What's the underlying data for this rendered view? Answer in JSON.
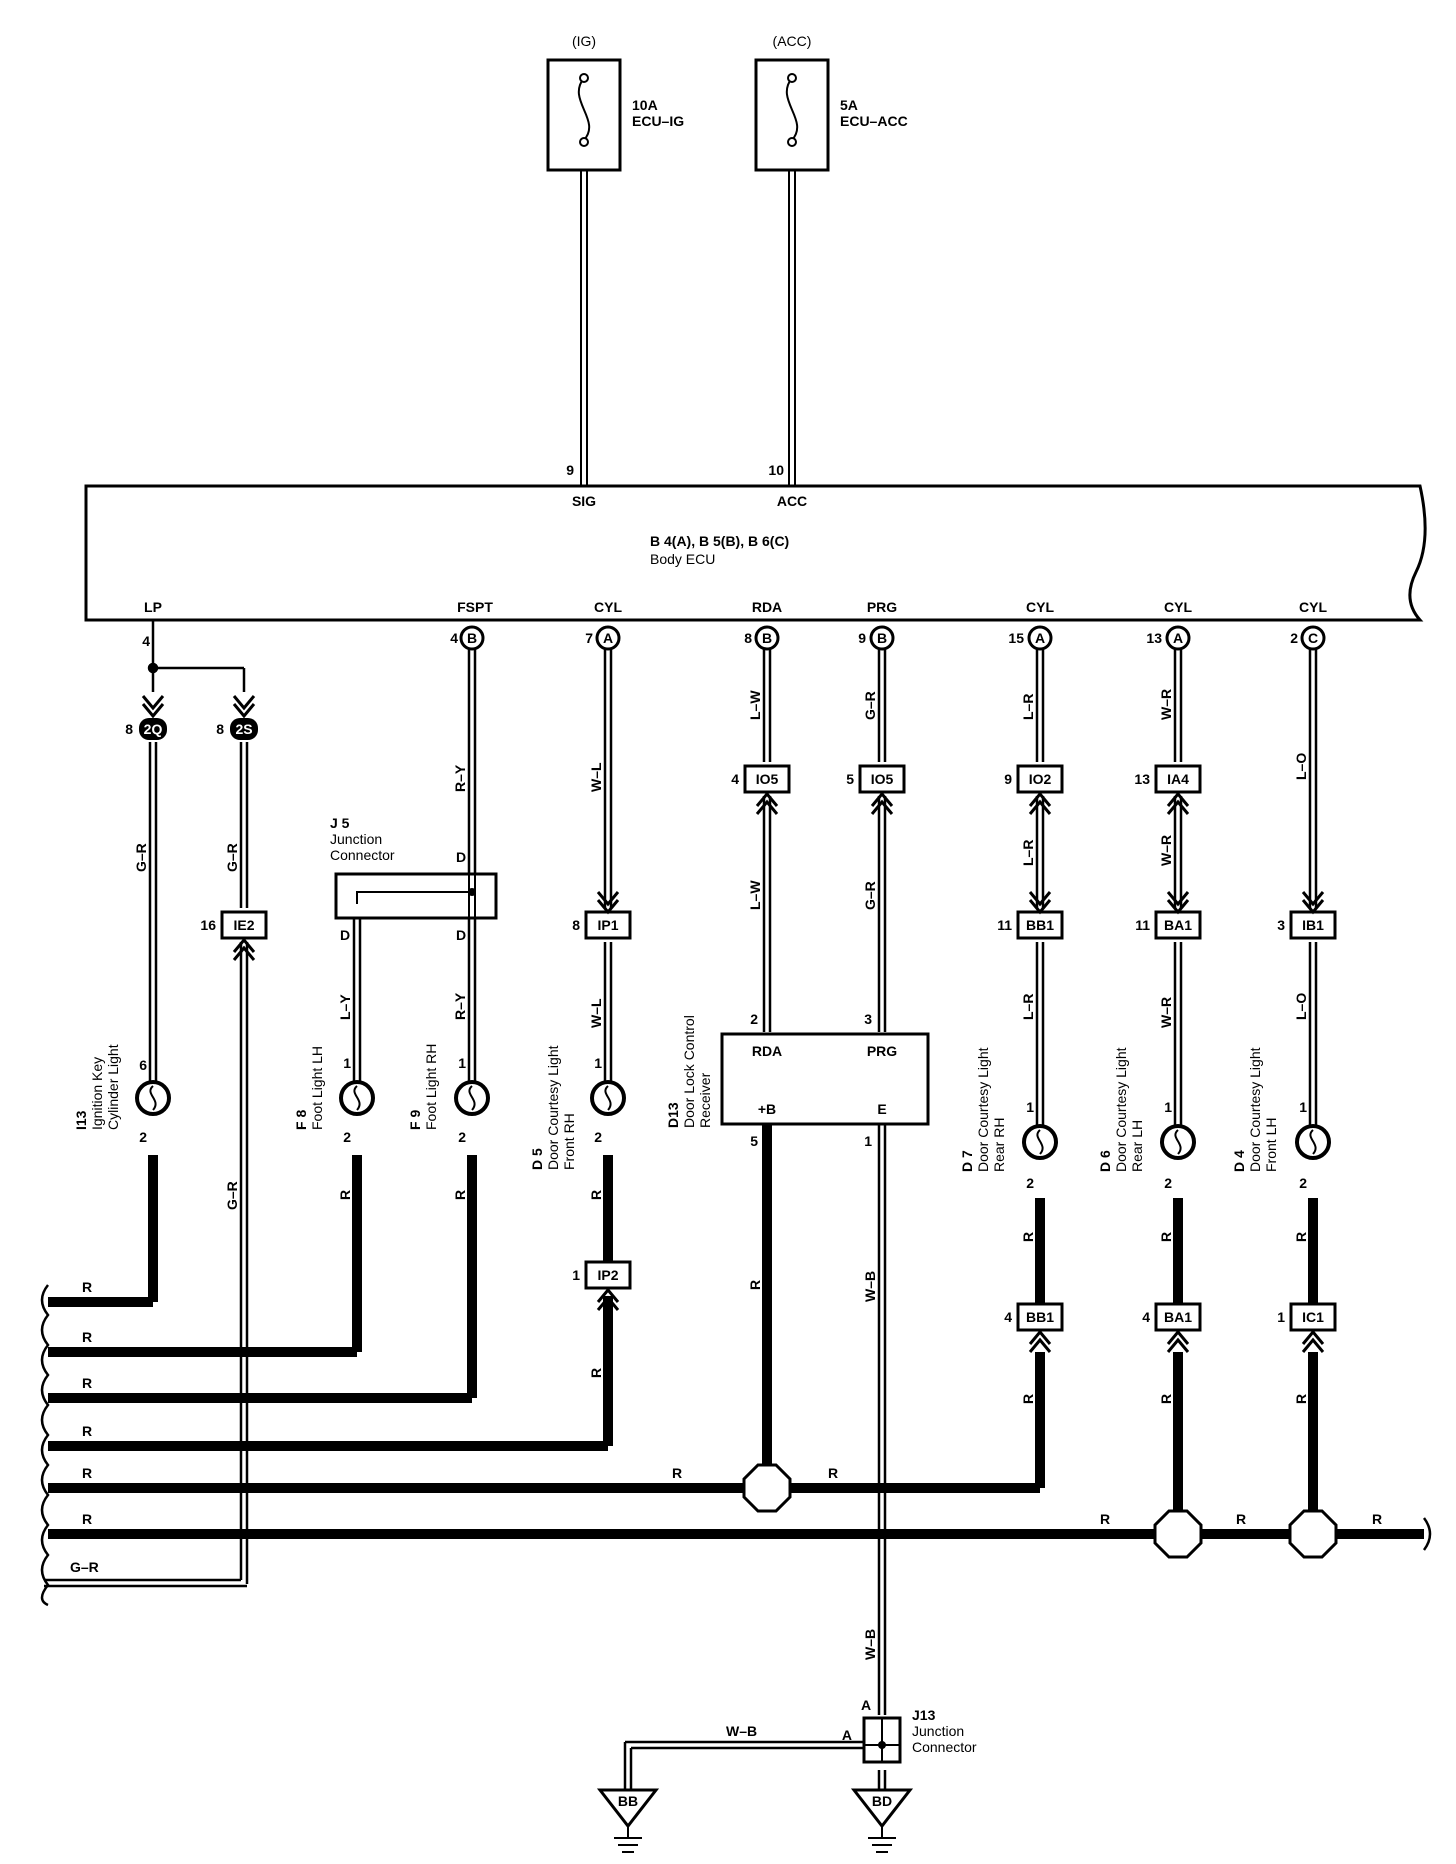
{
  "colors": {
    "line": "#000000",
    "background": "#ffffff"
  },
  "fuses": [
    {
      "supply": "(IG)",
      "rating": "10A",
      "name": "ECU–IG"
    },
    {
      "supply": "(ACC)",
      "rating": "5A",
      "name": "ECU–ACC"
    }
  ],
  "ecu": {
    "codes": "B 4(A), B 5(B), B 6(C)",
    "name": "Body ECU",
    "top_pins": [
      {
        "num": "9",
        "name": "SIG"
      },
      {
        "num": "10",
        "name": "ACC"
      }
    ],
    "bottom_pins": [
      {
        "num": "4",
        "conn": "",
        "name": "LP"
      },
      {
        "num": "4",
        "conn": "B",
        "name": "FSPT"
      },
      {
        "num": "7",
        "conn": "A",
        "name": "CYL"
      },
      {
        "num": "8",
        "conn": "B",
        "name": "RDA"
      },
      {
        "num": "9",
        "conn": "B",
        "name": "PRG"
      },
      {
        "num": "15",
        "conn": "A",
        "name": "CYL"
      },
      {
        "num": "13",
        "conn": "A",
        "name": "CYL"
      },
      {
        "num": "2",
        "conn": "C",
        "name": "CYL"
      }
    ]
  },
  "connectors": [
    {
      "pin": "8",
      "id": "2Q"
    },
    {
      "pin": "8",
      "id": "2S"
    },
    {
      "pin": "16",
      "id": "IE2"
    },
    {
      "pin": "8",
      "id": "IP1"
    },
    {
      "pin": "1",
      "id": "IP2"
    },
    {
      "pin": "4",
      "id": "IO5"
    },
    {
      "pin": "5",
      "id": "IO5"
    },
    {
      "pin": "9",
      "id": "IO2"
    },
    {
      "pin": "11",
      "id": "BB1"
    },
    {
      "pin": "4",
      "id": "BB1"
    },
    {
      "pin": "13",
      "id": "IA4"
    },
    {
      "pin": "11",
      "id": "BA1"
    },
    {
      "pin": "4",
      "id": "BA1"
    },
    {
      "pin": "3",
      "id": "IB1"
    },
    {
      "pin": "1",
      "id": "IC1"
    }
  ],
  "junction_j5": {
    "code": "J 5",
    "line1": "Junction",
    "line2": "Connector",
    "pin": "D"
  },
  "junction_j13": {
    "code": "J13",
    "line1": "Junction",
    "line2": "Connector",
    "pin": "A"
  },
  "receiver": {
    "code": "D13",
    "line1": "Door Lock Control",
    "line2": "Receiver",
    "pins": [
      {
        "num": "2",
        "name": "RDA"
      },
      {
        "num": "3",
        "name": "PRG"
      },
      {
        "num": "5",
        "name": "+B"
      },
      {
        "num": "1",
        "name": "E"
      }
    ]
  },
  "lights": [
    {
      "code": "I13",
      "line1": "Ignition Key",
      "line2": "Cylinder Light",
      "pin_top": "6",
      "pin_bottom": "2"
    },
    {
      "code": "F 8",
      "line1": "Foot Light LH",
      "line2": "",
      "pin_top": "1",
      "pin_bottom": "2"
    },
    {
      "code": "F 9",
      "line1": "Foot Light RH",
      "line2": "",
      "pin_top": "1",
      "pin_bottom": "2"
    },
    {
      "code": "D 5",
      "line1": "Door Courtesy Light",
      "line2": "Front RH",
      "pin_top": "1",
      "pin_bottom": "2"
    },
    {
      "code": "D 7",
      "line1": "Door Courtesy Light",
      "line2": "Rear RH",
      "pin_top": "1",
      "pin_bottom": "2"
    },
    {
      "code": "D 6",
      "line1": "Door Courtesy Light",
      "line2": "Rear LH",
      "pin_top": "1",
      "pin_bottom": "2"
    },
    {
      "code": "D 4",
      "line1": "Door Courtesy Light",
      "line2": "Front LH",
      "pin_top": "1",
      "pin_bottom": "2"
    }
  ],
  "wire_colors": [
    "R–Y",
    "W–L",
    "L–W",
    "G–R",
    "L–R",
    "W–R",
    "L–O",
    "L–Y",
    "R",
    "W–B"
  ],
  "grounds": [
    "BB",
    "BD"
  ]
}
